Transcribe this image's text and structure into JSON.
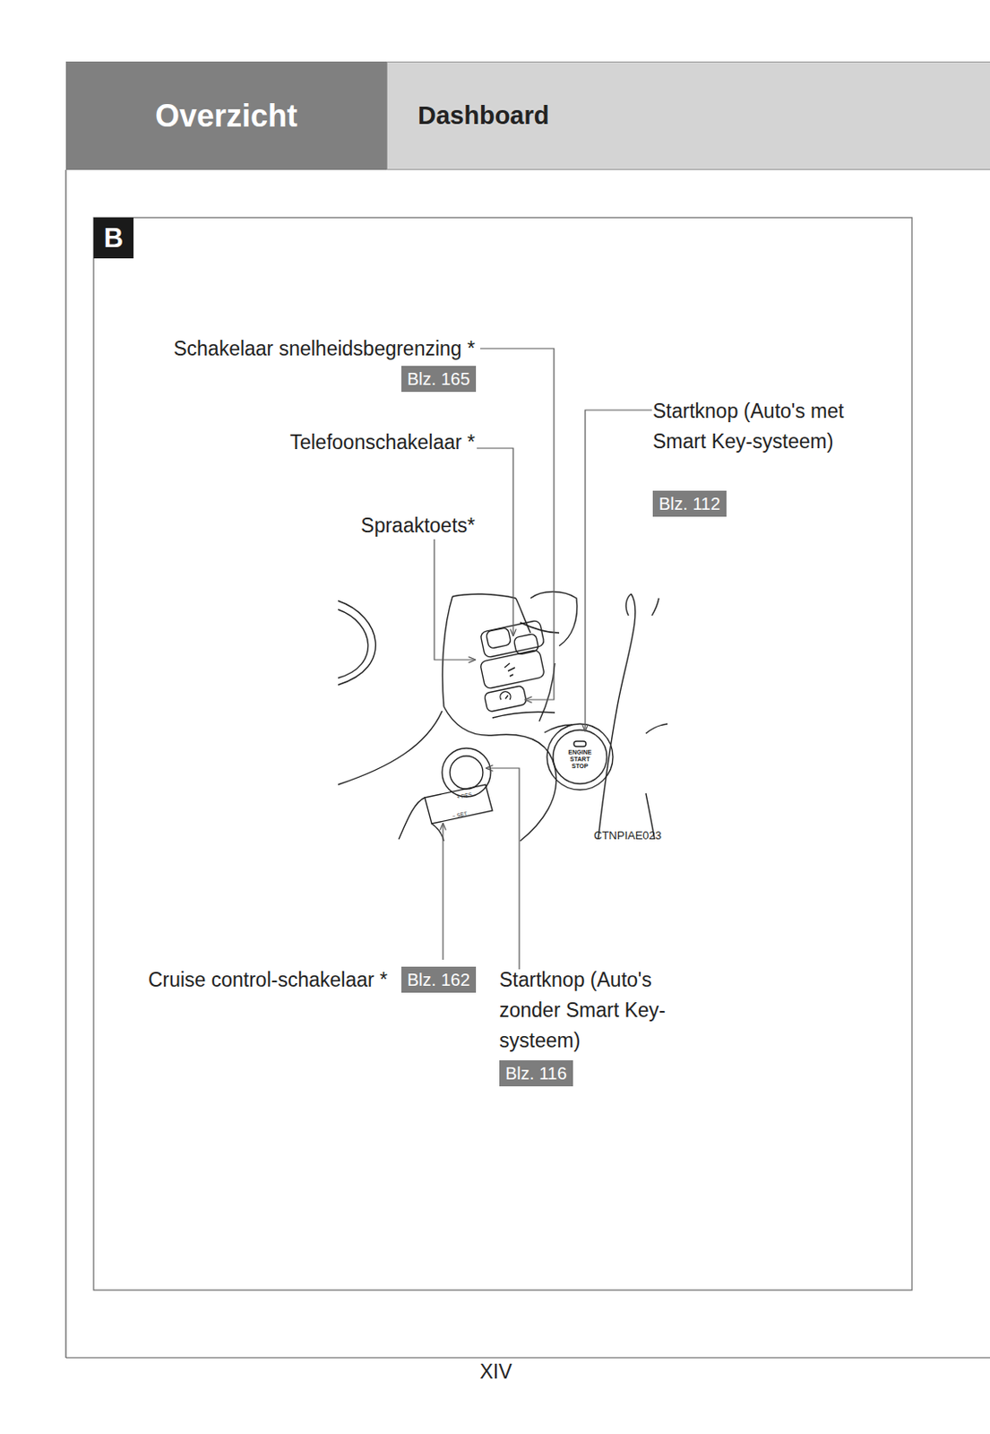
{
  "diagram": {
    "nodes": [
      {
        "text": [
          "Overzicht"
        ]
      },
      {
        "text": [
          "Dashboard"
        ]
      },
      {
        "text": [
          "B"
        ]
      },
      {
        "text": [
          "Blz. 165"
        ]
      },
      {
        "text": [
          "Blz. 112"
        ]
      },
      {
        "text": [
          "Blz. 162"
        ]
      },
      {
        "text": [
          "Blz. 116"
        ]
      }
    ],
    "labels": [
      "Schakelaar snelheidsbegrenzing *",
      "Telefoonschakelaar *",
      "Spraaktoets*",
      "Startknop (Auto's met Smart Key-systeem)",
      "Cruise control-schakelaar *",
      "Startknop (Auto's zonder Smart Key-systeem)",
      "ENGINE START STOP",
      "+ RES",
      "− SET",
      "CTNPIAE023",
      "XIV"
    ]
  }
}
